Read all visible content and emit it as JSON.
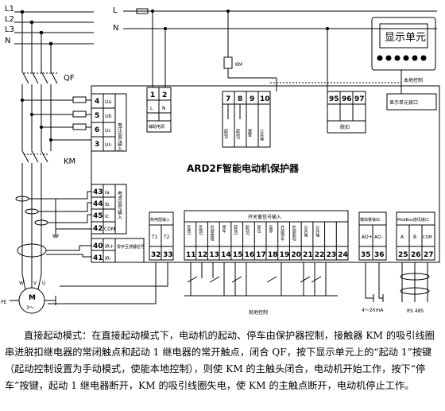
{
  "bus": {
    "l1": "L1",
    "l2": "L2",
    "l3": "L3",
    "n": "N"
  },
  "ctrl_bus": {
    "l": "L",
    "n": "N"
  },
  "qf": "QF",
  "km_main": "KM",
  "km_coil": "KM",
  "display": {
    "title": "显示单元",
    "local_ctrl": "本地控制",
    "port_label": "显示单元接口"
  },
  "device_title": "ARD2F智能电动机保护器",
  "voltage": {
    "terminals": [
      "4",
      "5",
      "6",
      "3"
    ],
    "names": [
      "Ua",
      "Ub",
      "Uc",
      "Un"
    ],
    "label": "电压信号输入"
  },
  "current": {
    "terminals": [
      "43",
      "44",
      "45",
      "42"
    ],
    "names": [
      "Ia",
      "Ib",
      "Ic",
      "COM"
    ],
    "label": "电流信号输入"
  },
  "leakage": {
    "terminals": [
      "40",
      "41"
    ],
    "names": [
      "IR+",
      "IR-"
    ],
    "label": "零序互感器信号"
  },
  "aux": {
    "terminals": [
      "1",
      "2"
    ],
    "names": [
      "L",
      "N"
    ],
    "label": "辅助电源"
  },
  "relay_out": {
    "terminals": [
      "7",
      "8",
      "9",
      "10"
    ],
    "labels": [
      "起动1",
      "起动2",
      "报警",
      "公共端"
    ]
  },
  "relay_trip": {
    "terminals": [
      "95",
      "96",
      "97"
    ],
    "label": "脱扣"
  },
  "thermal": {
    "title": "热电阻输入",
    "names": [
      "T1",
      "T2"
    ],
    "terminals": [
      "32",
      "33"
    ]
  },
  "switch_in": {
    "title": "开关量信号输入",
    "labels": [
      "反馈1",
      "反馈2",
      "外部故障",
      "停车",
      "起动1",
      "起动2",
      "复位",
      "急停",
      "外部停车",
      "外部起动",
      "公共端",
      "公共端"
    ],
    "terminals": [
      "11",
      "12",
      "13",
      "14",
      "15",
      "16",
      "17",
      "18",
      "19",
      "20",
      "21",
      "22",
      "23",
      "24"
    ]
  },
  "analog_out": {
    "title": "模拟量输出",
    "names": [
      "AO+",
      "AO-"
    ],
    "terminals": [
      "35",
      "36"
    ],
    "range": "4～20mA"
  },
  "modbus": {
    "title": "ModBus通讯接口",
    "names": [
      "A",
      "B",
      "COM"
    ],
    "terminals": [
      "25",
      "26",
      "27"
    ],
    "rs": "RS 485"
  },
  "local_ctrl": "就地控制",
  "motor": {
    "label": "M",
    "sub": "3～",
    "u": "U",
    "v": "V",
    "w": "W",
    "pe": "PE"
  },
  "description": "直接起动模式：在直接起动模式下，电动机的起动、停车由保护器控制，接触器 KM 的吸引线圈串进脱扣继电器的常闭触点和起动 1 继电器的常开触点，闭合 QF，按下显示单元上的“起动 1”按键（起动控制设置为手动模式，使能本地控制），则使 KM 的主触头闭合，电动机开始工作，按下“停车”按键，起动 1 继电器断开，KM 的吸引线圈失电，使 KM 的主触点断开，电动机停止工作。"
}
